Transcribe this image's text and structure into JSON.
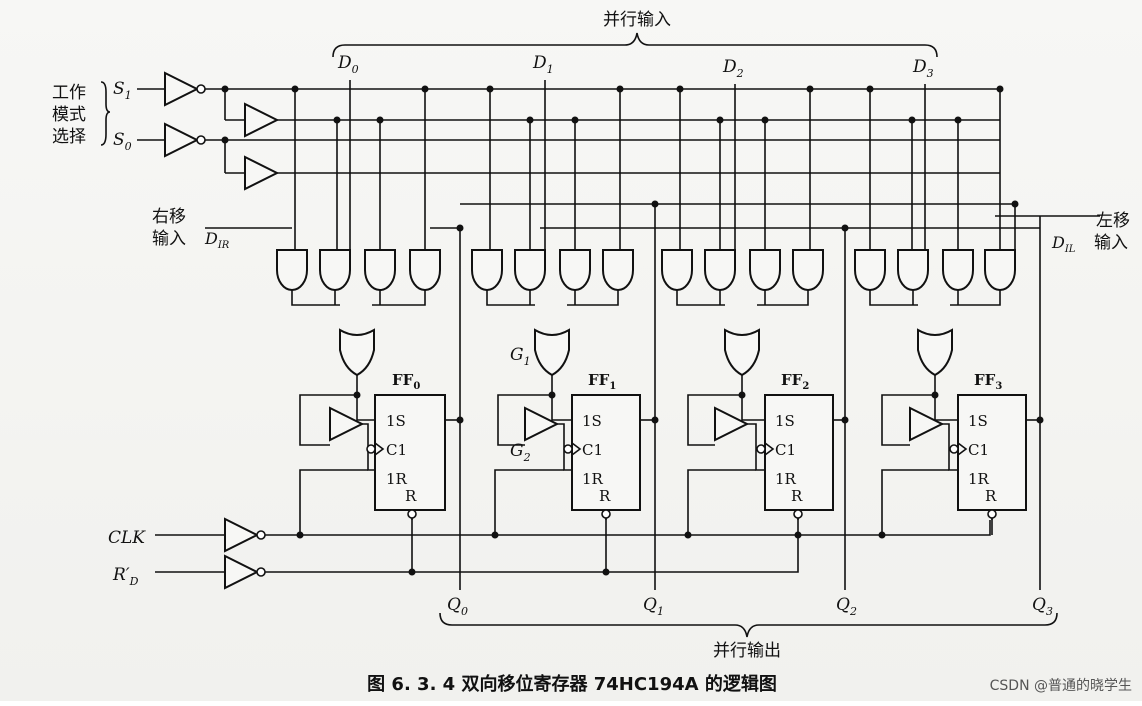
{
  "header": {
    "parallel_in": "并行输入"
  },
  "inputs": {
    "d0_base": "D",
    "d0_sub": "0",
    "d1_base": "D",
    "d1_sub": "1",
    "d2_base": "D",
    "d2_sub": "2",
    "d3_base": "D",
    "d3_sub": "3"
  },
  "mode": {
    "label_line1": "工作",
    "label_line2": "模式",
    "label_line3": "选择",
    "s1_base": "S",
    "s1_sub": "1",
    "s0_base": "S",
    "s0_sub": "0"
  },
  "right_shift": {
    "line1": "右移",
    "line2": "输入",
    "sig_base": "D",
    "sig_sub": "IR"
  },
  "left_shift": {
    "line1": "左移",
    "line2": "输入",
    "sig_base": "D",
    "sig_sub": "IL"
  },
  "gates": {
    "g1_base": "G",
    "g1_sub": "1",
    "g2_base": "G",
    "g2_sub": "2"
  },
  "flipflops": [
    {
      "name_base": "FF",
      "name_sub": "0",
      "s": "1S",
      "c": "C1",
      "r": "1R",
      "reset": "R"
    },
    {
      "name_base": "FF",
      "name_sub": "1",
      "s": "1S",
      "c": "C1",
      "r": "1R",
      "reset": "R"
    },
    {
      "name_base": "FF",
      "name_sub": "2",
      "s": "1S",
      "c": "C1",
      "r": "1R",
      "reset": "R"
    },
    {
      "name_base": "FF",
      "name_sub": "3",
      "s": "1S",
      "c": "C1",
      "r": "1R",
      "reset": "R"
    }
  ],
  "controls": {
    "clk": "CLK",
    "rd_base": "R′",
    "rd_sub": "D"
  },
  "outputs": {
    "q0_base": "Q",
    "q0_sub": "0",
    "q1_base": "Q",
    "q1_sub": "1",
    "q2_base": "Q",
    "q2_sub": "2",
    "q3_base": "Q",
    "q3_sub": "3"
  },
  "footer": {
    "parallel_out": "并行输出"
  },
  "caption": "图 6. 3. 4    双向移位寄存器 74HC194A 的逻辑图",
  "watermark": "CSDN @普通的晓学生"
}
